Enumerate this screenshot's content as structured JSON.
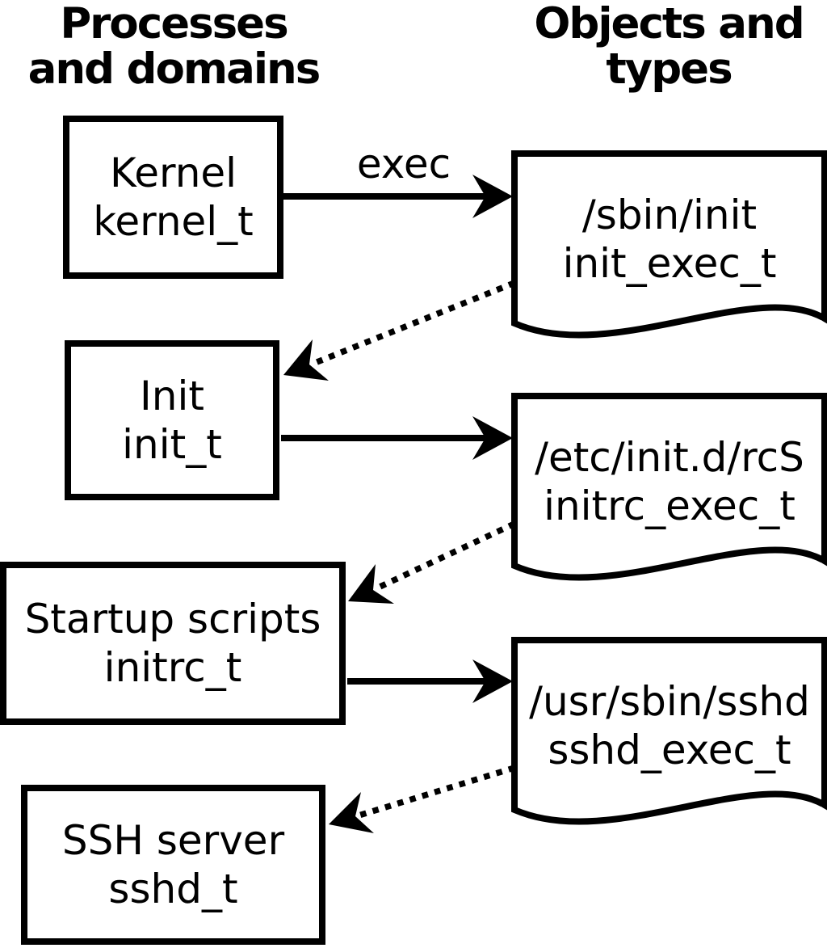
{
  "colors": {
    "ink": "#000000",
    "background": "#ffffff"
  },
  "headings": {
    "left": "Processes\nand domains",
    "right": "Objects and\ntypes"
  },
  "process_nodes": [
    {
      "name": "Kernel",
      "type": "kernel_t"
    },
    {
      "name": "Init",
      "type": "init_t"
    },
    {
      "name": "Startup scripts",
      "type": "initrc_t"
    },
    {
      "name": "SSH server",
      "type": "sshd_t"
    }
  ],
  "object_nodes": [
    {
      "path": "/sbin/init",
      "type": "init_exec_t"
    },
    {
      "path": "/etc/init.d/rcS",
      "type": "initrc_exec_t"
    },
    {
      "path": "/usr/sbin/sshd",
      "type": "sshd_exec_t"
    }
  ],
  "arrows": {
    "solid": [
      {
        "from": "kernel_t",
        "to": "init_exec_t",
        "label": "exec"
      },
      {
        "from": "init_t",
        "to": "initrc_exec_t",
        "label": ""
      },
      {
        "from": "initrc_t",
        "to": "sshd_exec_t",
        "label": ""
      }
    ],
    "dotted": [
      {
        "from": "init_exec_t",
        "to": "init_t"
      },
      {
        "from": "initrc_exec_t",
        "to": "initrc_t"
      },
      {
        "from": "sshd_exec_t",
        "to": "sshd_t"
      }
    ]
  }
}
